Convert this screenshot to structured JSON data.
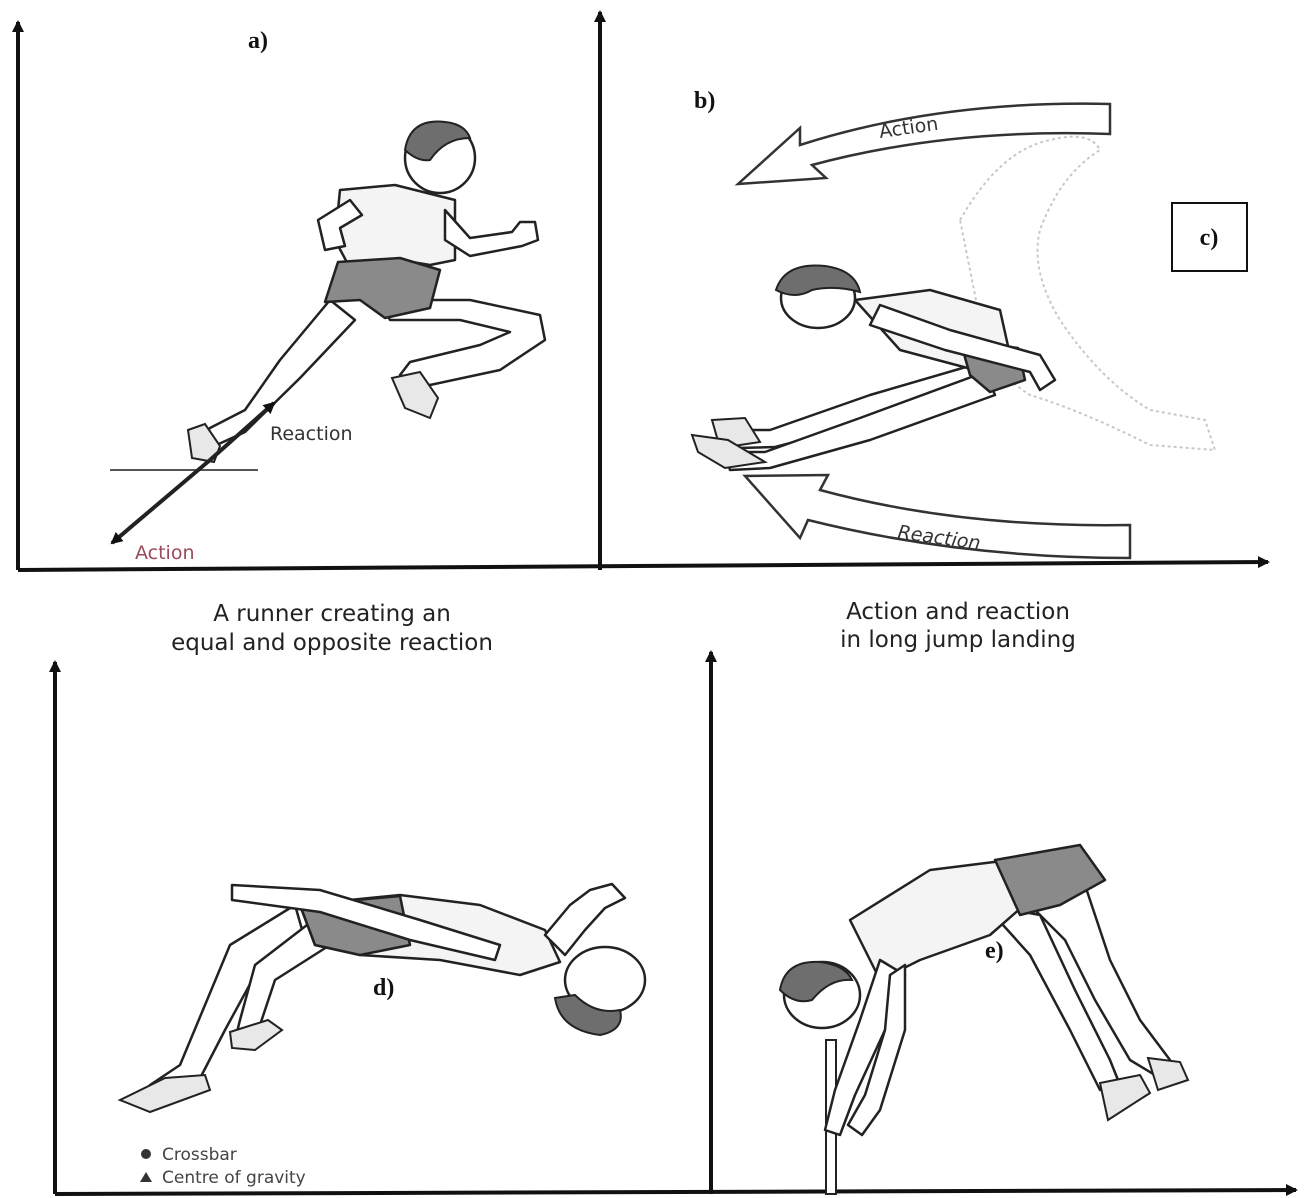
{
  "panels": {
    "a": {
      "label": "a)"
    },
    "b": {
      "label": "b)"
    },
    "c": {
      "label": "c)"
    },
    "d": {
      "label": "d)"
    },
    "e": {
      "label": "e)"
    }
  },
  "runner": {
    "reaction_label": "Reaction",
    "action_label": "Action",
    "caption_line1": "A runner creating an",
    "caption_line2": "equal and opposite reaction"
  },
  "long_jump": {
    "action_label": "Action",
    "reaction_label": "Reaction",
    "caption_line1": "Action and reaction",
    "caption_line2": "in long jump landing"
  },
  "legend": {
    "crossbar": "Crossbar",
    "centre_of_gravity": "Centre of gravity"
  }
}
